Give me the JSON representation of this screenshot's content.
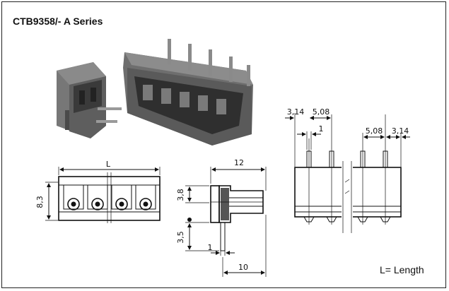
{
  "title": "CTB9358/- A Series",
  "legend": "L= Length",
  "colors": {
    "frame": "#222222",
    "line": "#111111",
    "body_gray": "#6f6f6f",
    "body_dark": "#3f3f3f"
  },
  "front_view": {
    "width_label": "L",
    "height_label": "8,3"
  },
  "side_view": {
    "depth_label": "12",
    "upper_label": "3,8",
    "pin_length_label": "3,5",
    "pin_label": "1",
    "bottom_label": "10"
  },
  "pin_view": {
    "left_edge_label": "3,14",
    "left_pitch_label": "5,08",
    "left_pin_label": "1",
    "right_pitch_label": "5,08",
    "right_edge_label": "3,14"
  }
}
